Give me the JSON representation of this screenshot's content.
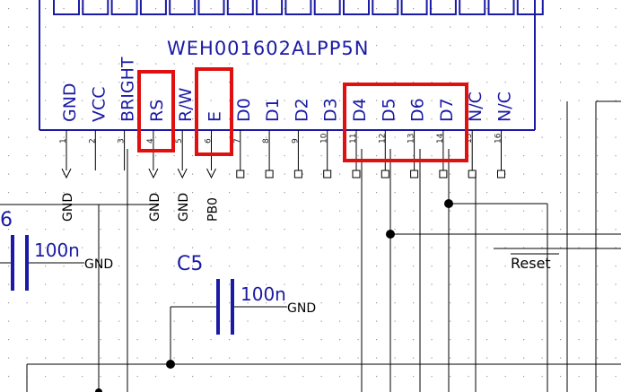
{
  "lcd": {
    "part_number": "WEH001602ALPP5N",
    "pins": [
      {
        "name": "GND",
        "number": "1",
        "net": "GND"
      },
      {
        "name": "VCC",
        "number": "2",
        "net": ""
      },
      {
        "name": "BRIGHT",
        "number": "3",
        "net": ""
      },
      {
        "name": "RS",
        "number": "4",
        "net": "GND"
      },
      {
        "name": "R/W",
        "number": "5",
        "net": "GND"
      },
      {
        "name": "E",
        "number": "6",
        "net": "PB0"
      },
      {
        "name": "D0",
        "number": "7",
        "net": ""
      },
      {
        "name": "D1",
        "number": "8",
        "net": ""
      },
      {
        "name": "D2",
        "number": "9",
        "net": ""
      },
      {
        "name": "D3",
        "number": "10",
        "net": ""
      },
      {
        "name": "D4",
        "number": "11",
        "net": ""
      },
      {
        "name": "D5",
        "number": "12",
        "net": ""
      },
      {
        "name": "D6",
        "number": "13",
        "net": ""
      },
      {
        "name": "D7",
        "number": "14",
        "net": ""
      },
      {
        "name": "N/C",
        "number": "15",
        "net": ""
      },
      {
        "name": "N/C",
        "number": "16",
        "net": ""
      }
    ]
  },
  "capacitors": [
    {
      "ref": "6",
      "value": "100n",
      "net": "GND"
    },
    {
      "ref": "C5",
      "value": "100n",
      "net": "GND"
    }
  ],
  "nets": {
    "reset": "Reset"
  },
  "colors": {
    "component": "#1a1aa6",
    "highlight": "#e01010",
    "wire": "#000000",
    "background": "#ffffff"
  }
}
